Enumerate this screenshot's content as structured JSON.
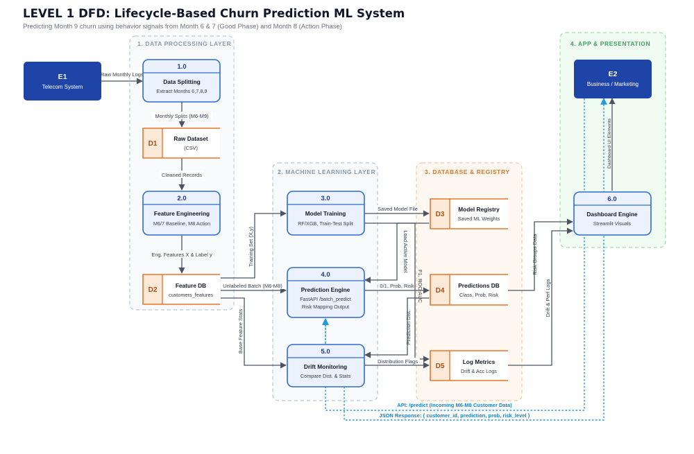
{
  "title": "LEVEL 1 DFD: Lifecycle-Based Churn Prediction ML System",
  "subtitle": "Predicting Month 9 churn using behavior signals from Month 6 & 7 (Good Phase) and Month 8 (Action Phase)",
  "layers": {
    "data_processing": "1. DATA PROCESSING LAYER",
    "machine_learning": "2. MACHINE LEARNING LAYER",
    "database_registry": "3. DATABASE & REGISTRY",
    "app_presentation": "4. APP & PRESENTATION"
  },
  "externals": {
    "e1": {
      "id": "E1",
      "name": "Telecom System"
    },
    "e2": {
      "id": "E2",
      "name": "Business / Marketing"
    }
  },
  "processes": {
    "p1": {
      "id": "1.0",
      "name": "Data Splitting",
      "desc": "Extract Months 6,7,8,9"
    },
    "p2": {
      "id": "2.0",
      "name": "Feature Engineering",
      "desc": "M6/7 Baseline, M8 Action"
    },
    "p3": {
      "id": "3.0",
      "name": "Model Training",
      "desc": "RF/XGB, Train-Test Split"
    },
    "p4": {
      "id": "4.0",
      "name": "Prediction Engine",
      "desc": "FastAPI /batch_predict",
      "desc2": "Risk Mapping Output"
    },
    "p5": {
      "id": "5.0",
      "name": "Drift Monitoring",
      "desc": "Compare Dist. & Stats"
    },
    "p6": {
      "id": "6.0",
      "name": "Dashboard Engine",
      "desc": "Streamlit Visuals"
    }
  },
  "stores": {
    "d1": {
      "id": "D1",
      "name": "Raw Dataset",
      "desc": "(CSV)"
    },
    "d2": {
      "id": "D2",
      "name": "Feature DB",
      "desc": "customers_features"
    },
    "d3": {
      "id": "D3",
      "name": "Model Registry",
      "desc": "Saved ML Weights"
    },
    "d4": {
      "id": "D4",
      "name": "Predictions DB",
      "desc": "Class, Prob, Risk"
    },
    "d5": {
      "id": "D5",
      "name": "Log Metrics",
      "desc": "Drift & Acc Logs"
    }
  },
  "flows": {
    "raw_logs": "Raw Monthly Logs",
    "monthly_splits": "Monthly Splits (M6-M9)",
    "cleaned_records": "Cleaned Records",
    "eng_features": "Eng. Features X & Label y",
    "training_set": "Training Set (X,y)",
    "unlabeled_batch": "Unlabeled Batch (M6-M8)",
    "base_feature_stats": "Base Feature Stats",
    "saved_model": "Saved Model File",
    "load_active_model": "Load Active Model",
    "prob_risk": "0/1, Prob, Risk",
    "f1_roc_auc": "F1, ROC-AUC",
    "prediction_dist": "Prediction Dist.",
    "distribution_flags": "Distribution Flags",
    "risk_groups": "Risk Groups Data",
    "drift_perf_logs": "Drift & Perf Logs",
    "dashboard_ui": "Dashboard UI Elements",
    "api_predict": "API: /predict (Incoming M6-M8 Customer Data)",
    "json_response": "JSON Response: { customer_id, prediction, prob, risk_level }"
  },
  "colors": {
    "process_border": "#2f6bd1",
    "process_fill": "#ebf2fd",
    "process_header": "#1e3a8a",
    "external_fill": "#1e44a8",
    "store_border": "#e8742c",
    "store_id_fill": "#fde9d7",
    "layer1": "#b9c8dc",
    "layer2": "#b7c6d6",
    "layer3": "#f5c89a",
    "layer4": "#9ddfa9",
    "api_line": "#1e9be0",
    "arrow": "#4b5563"
  }
}
